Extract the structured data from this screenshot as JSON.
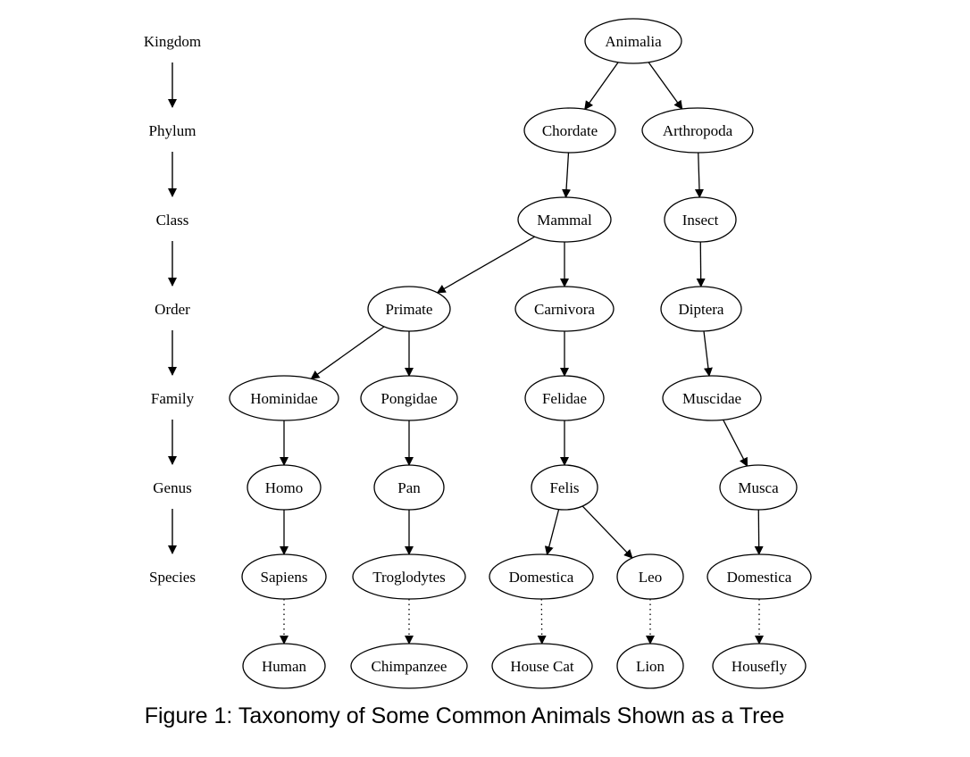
{
  "ranks": [
    "Kingdom",
    "Phylum",
    "Class",
    "Order",
    "Family",
    "Genus",
    "Species"
  ],
  "nodes": {
    "animalia": "Animalia",
    "chordate": "Chordate",
    "arthropoda": "Arthropoda",
    "mammal": "Mammal",
    "insect": "Insect",
    "primate": "Primate",
    "carnivora": "Carnivora",
    "diptera": "Diptera",
    "hominidae": "Hominidae",
    "pongidae": "Pongidae",
    "felidae": "Felidae",
    "muscidae": "Muscidae",
    "homo": "Homo",
    "pan": "Pan",
    "felis": "Felis",
    "musca": "Musca",
    "sapiens": "Sapiens",
    "troglodytes": "Troglodytes",
    "domestica_cat": "Domestica",
    "leo": "Leo",
    "domestica_fly": "Domestica",
    "human": "Human",
    "chimpanzee": "Chimpanzee",
    "house_cat": "House Cat",
    "lion": "Lion",
    "housefly": "Housefly"
  },
  "edges": [
    {
      "from": "animalia",
      "to": "chordate",
      "style": "solid"
    },
    {
      "from": "animalia",
      "to": "arthropoda",
      "style": "solid"
    },
    {
      "from": "chordate",
      "to": "mammal",
      "style": "solid"
    },
    {
      "from": "arthropoda",
      "to": "insect",
      "style": "solid"
    },
    {
      "from": "mammal",
      "to": "primate",
      "style": "solid"
    },
    {
      "from": "mammal",
      "to": "carnivora",
      "style": "solid"
    },
    {
      "from": "insect",
      "to": "diptera",
      "style": "solid"
    },
    {
      "from": "primate",
      "to": "hominidae",
      "style": "solid"
    },
    {
      "from": "primate",
      "to": "pongidae",
      "style": "solid"
    },
    {
      "from": "carnivora",
      "to": "felidae",
      "style": "solid"
    },
    {
      "from": "diptera",
      "to": "muscidae",
      "style": "solid"
    },
    {
      "from": "hominidae",
      "to": "homo",
      "style": "solid"
    },
    {
      "from": "pongidae",
      "to": "pan",
      "style": "solid"
    },
    {
      "from": "felidae",
      "to": "felis",
      "style": "solid"
    },
    {
      "from": "muscidae",
      "to": "musca",
      "style": "solid"
    },
    {
      "from": "homo",
      "to": "sapiens",
      "style": "solid"
    },
    {
      "from": "pan",
      "to": "troglodytes",
      "style": "solid"
    },
    {
      "from": "felis",
      "to": "domestica_cat",
      "style": "solid"
    },
    {
      "from": "felis",
      "to": "leo",
      "style": "solid"
    },
    {
      "from": "musca",
      "to": "domestica_fly",
      "style": "solid"
    },
    {
      "from": "sapiens",
      "to": "human",
      "style": "dotted"
    },
    {
      "from": "troglodytes",
      "to": "chimpanzee",
      "style": "dotted"
    },
    {
      "from": "domestica_cat",
      "to": "house_cat",
      "style": "dotted"
    },
    {
      "from": "leo",
      "to": "lion",
      "style": "dotted"
    },
    {
      "from": "domestica_fly",
      "to": "housefly",
      "style": "dotted"
    }
  ],
  "caption": "Figure 1: Taxonomy of Some Common Animals Shown as a Tree"
}
